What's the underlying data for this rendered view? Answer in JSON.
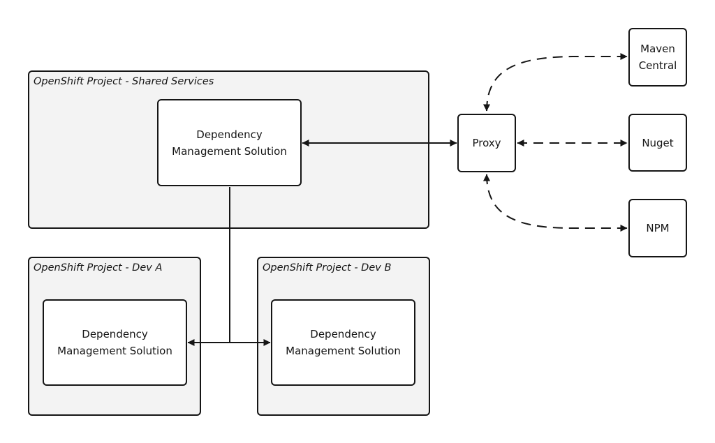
{
  "containers": {
    "shared": {
      "title": "OpenShift Project - Shared Services"
    },
    "dev_a": {
      "title": "OpenShift Project - Dev A"
    },
    "dev_b": {
      "title": "OpenShift Project - Dev B"
    }
  },
  "nodes": {
    "dms_shared": "Dependency\nManagement Solution",
    "dms_dev_a": "Dependency\nManagement Solution",
    "dms_dev_b": "Dependency\nManagement Solution",
    "proxy": "Proxy",
    "maven": "Maven\nCentral",
    "nuget": "Nuget",
    "npm": "NPM"
  },
  "edges": [
    {
      "from": "dms_shared",
      "to": "proxy",
      "style": "solid",
      "direction": "both"
    },
    {
      "from": "dms_shared",
      "to": "dms_dev_a",
      "style": "solid",
      "direction": "to-target"
    },
    {
      "from": "dms_shared",
      "to": "dms_dev_b",
      "style": "solid",
      "direction": "to-target"
    },
    {
      "from": "proxy",
      "to": "maven",
      "style": "dashed",
      "direction": "both"
    },
    {
      "from": "proxy",
      "to": "nuget",
      "style": "dashed",
      "direction": "both"
    },
    {
      "from": "proxy",
      "to": "npm",
      "style": "dashed",
      "direction": "both"
    }
  ],
  "colors": {
    "stroke": "#151515",
    "container_fill": "#f3f3f3",
    "node_fill": "#ffffff"
  }
}
